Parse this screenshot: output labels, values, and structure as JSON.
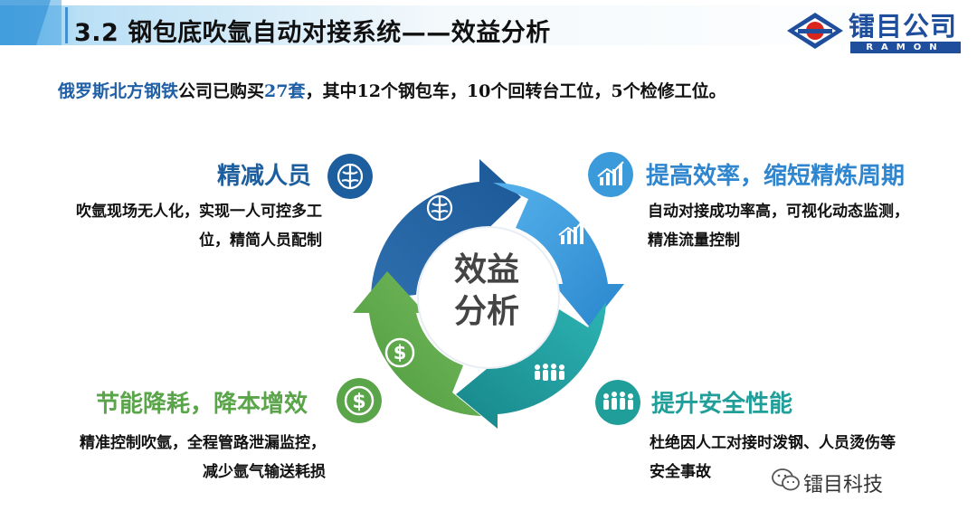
{
  "header": {
    "title": "3.2 钢包底吹氩自动对接系统——效益分析",
    "logo_text": "镭目公司",
    "logo_sub": "RAMON"
  },
  "intro": {
    "part1": "俄罗斯北方钢铁",
    "part2": "公司已购买",
    "part3": "27套",
    "part4": "，其中12个钢包车，10个回转台工位，5个检修工位。"
  },
  "center": {
    "line1": "效益",
    "line2": "分析"
  },
  "features": {
    "personnel": {
      "title": "精减人员",
      "desc1": "吹氩现场无人化，实现一人可控多工",
      "desc2": "位，精简人员配制",
      "icon": "brain-icon"
    },
    "efficiency": {
      "title": "提高效率，缩短精炼周期",
      "desc1": "自动对接成功率高，可视化动态监测，",
      "desc2": "精准流量控制",
      "icon": "bar-chart-icon"
    },
    "energy": {
      "title": "节能降耗，降本增效",
      "desc1": "精准控制吹氩，全程管路泄漏监控，",
      "desc2": "减少氩气输送耗损",
      "icon": "dollar-icon"
    },
    "safety": {
      "title": "提升安全性能",
      "desc1": "杜绝因人工对接时泼钢、人员烫伤等",
      "desc2": "安全事故",
      "icon": "people-icon"
    }
  },
  "watermark": {
    "text": "镭目科技"
  },
  "colors": {
    "dark_blue": "#1d5f9e",
    "light_blue": "#3b9ad9",
    "teal": "#1f9e9a",
    "green": "#5aa44a"
  }
}
